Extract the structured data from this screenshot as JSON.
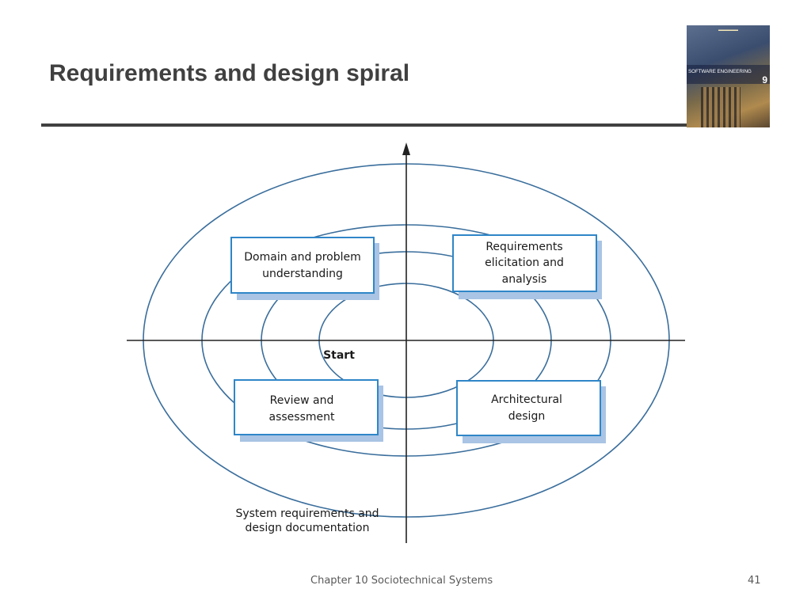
{
  "slide": {
    "title": "Requirements and design spiral",
    "footer": "Chapter 10 Sociotechnical Systems",
    "page_number": "41"
  },
  "cover": {
    "title": "SOFTWARE ENGINEERING",
    "edition": "9"
  },
  "diagram": {
    "start_label": "Start",
    "bottom_label": [
      "System requirements and",
      "design documentation"
    ],
    "boxes": {
      "top_left": [
        "Domain and problem",
        "understanding"
      ],
      "top_right": [
        "Requirements",
        "elicitation and",
        "analysis"
      ],
      "bottom_left": [
        "Review and",
        "assessment"
      ],
      "bottom_right": [
        "Architectural",
        "design"
      ]
    },
    "colors": {
      "ellipse": "#3a6e9c",
      "axis": "#222222",
      "box_border": "#2f86c8",
      "box_shadow": "#a9c4e4"
    }
  }
}
